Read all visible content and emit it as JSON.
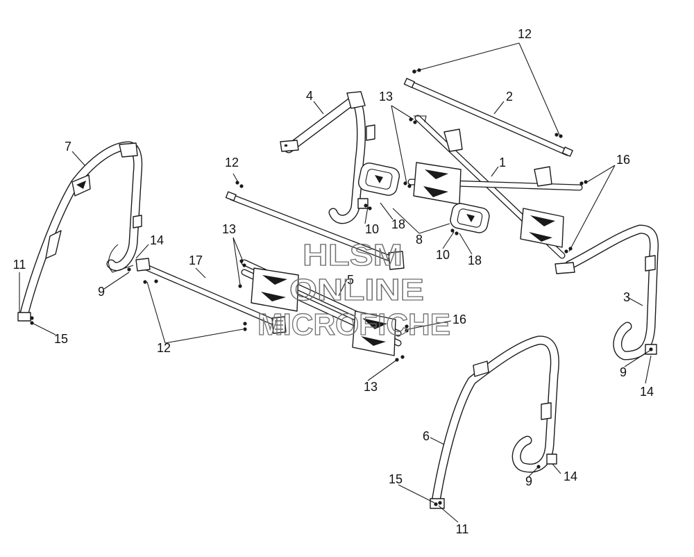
{
  "diagram": {
    "callouts": [
      {
        "id": "c12a",
        "label": "12"
      },
      {
        "id": "c2",
        "label": "2"
      },
      {
        "id": "c4",
        "label": "4"
      },
      {
        "id": "c13a",
        "label": "13"
      },
      {
        "id": "c1",
        "label": "1"
      },
      {
        "id": "c16a",
        "label": "16"
      },
      {
        "id": "c7",
        "label": "7"
      },
      {
        "id": "c12b",
        "label": "12"
      },
      {
        "id": "c13b",
        "label": "13"
      },
      {
        "id": "c14a",
        "label": "14"
      },
      {
        "id": "c17",
        "label": "17"
      },
      {
        "id": "c11a",
        "label": "11"
      },
      {
        "id": "c9a",
        "label": "9"
      },
      {
        "id": "c15a",
        "label": "15"
      },
      {
        "id": "c10a",
        "label": "10"
      },
      {
        "id": "c18a",
        "label": "18"
      },
      {
        "id": "c8",
        "label": "8"
      },
      {
        "id": "c10b",
        "label": "10"
      },
      {
        "id": "c18b",
        "label": "18"
      },
      {
        "id": "c5",
        "label": "5"
      },
      {
        "id": "c16b",
        "label": "16"
      },
      {
        "id": "c12c",
        "label": "12"
      },
      {
        "id": "c13c",
        "label": "13"
      },
      {
        "id": "c3",
        "label": "3"
      },
      {
        "id": "c9b",
        "label": "9"
      },
      {
        "id": "c14b",
        "label": "14"
      },
      {
        "id": "c6",
        "label": "6"
      },
      {
        "id": "c15b",
        "label": "15"
      },
      {
        "id": "c9c",
        "label": "9"
      },
      {
        "id": "c14c",
        "label": "14"
      },
      {
        "id": "c11b",
        "label": "11"
      }
    ],
    "watermark": {
      "line1": "HLSM",
      "line2": "ONLINE",
      "line3": "MICROFICHE"
    }
  }
}
